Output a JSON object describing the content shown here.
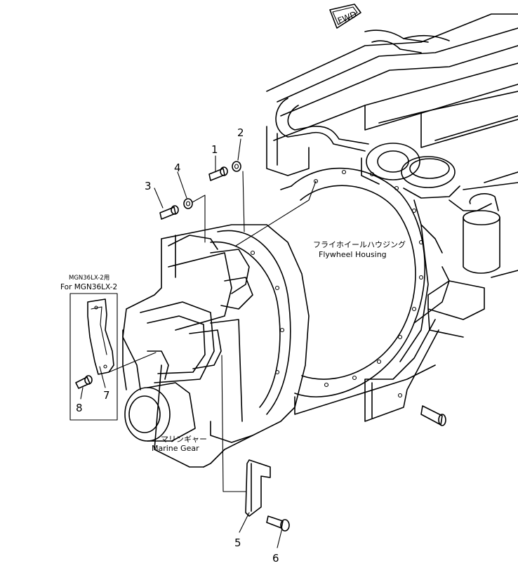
{
  "badge": {
    "fwd": "FWD"
  },
  "labels": {
    "flywheel_housing_jp": "フライホイールハウジング",
    "flywheel_housing_en": "Flywheel Housing",
    "marine_gear_jp": "マリンギャー",
    "marine_gear_en": "Marine Gear",
    "variant_jp": "MGN36LX-2用",
    "variant_en": "For MGN36LX-2"
  },
  "callouts": [
    "1",
    "2",
    "3",
    "4",
    "5",
    "6",
    "7",
    "8"
  ]
}
